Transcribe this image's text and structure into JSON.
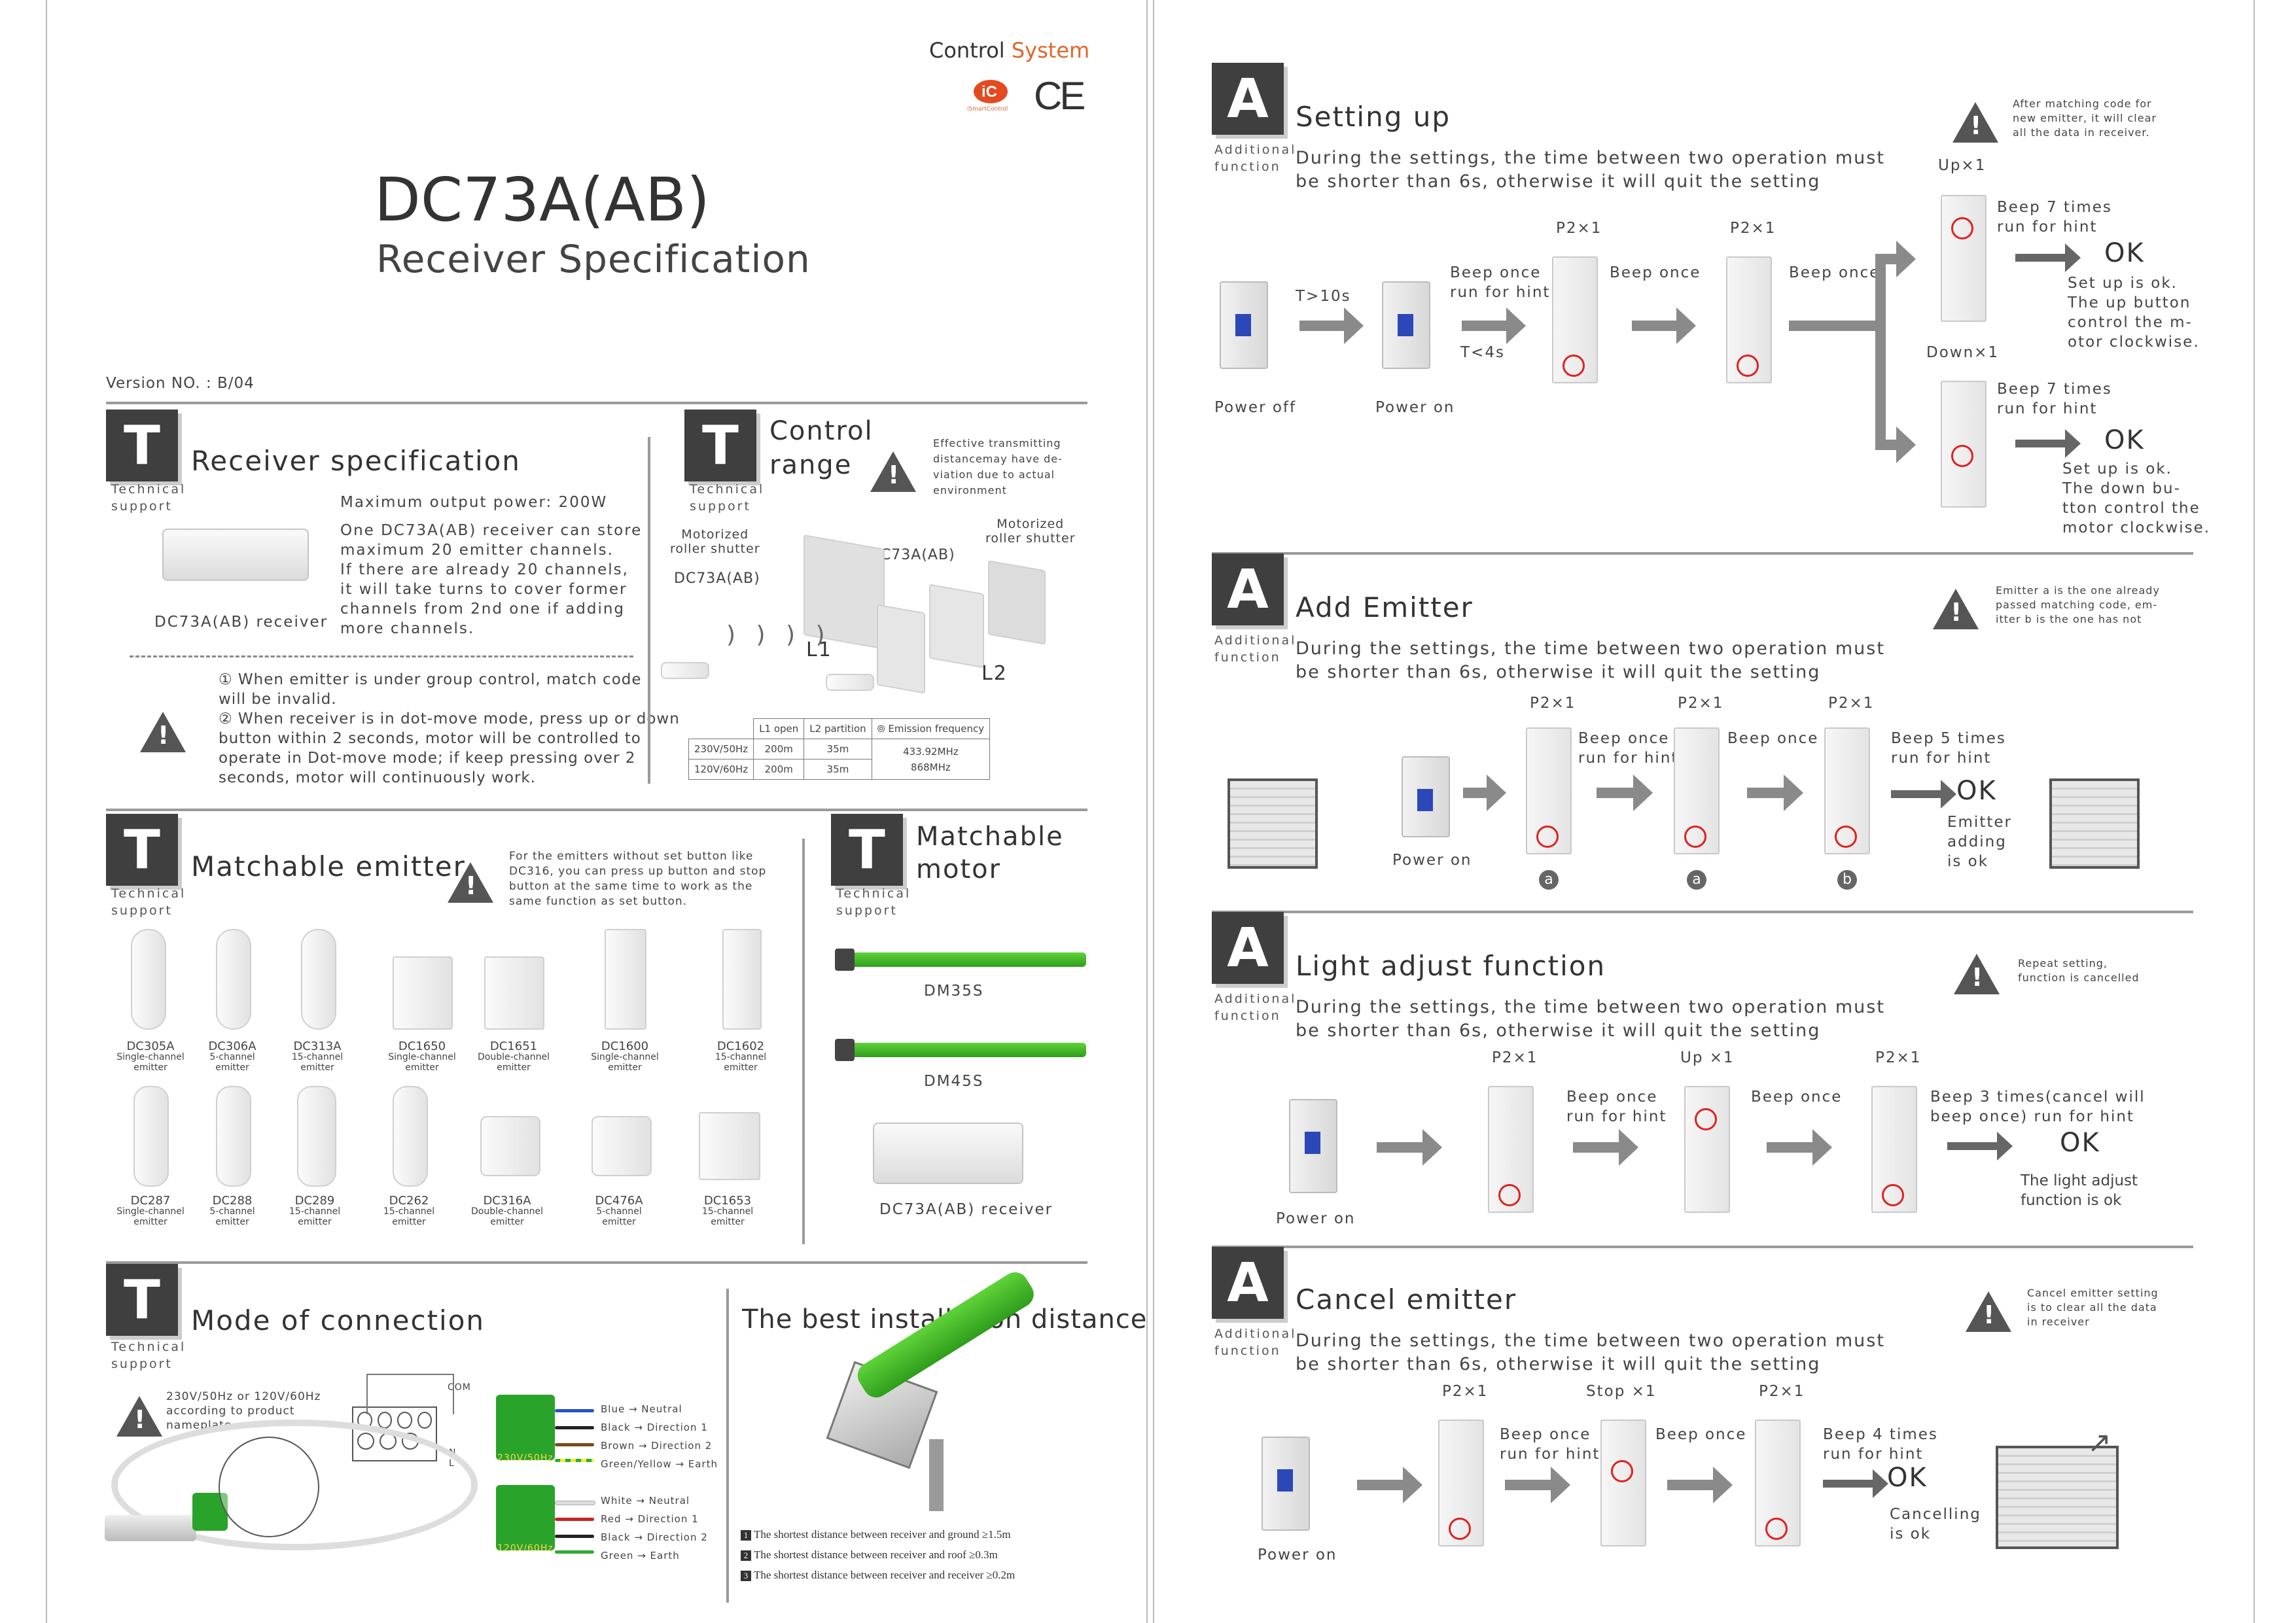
{
  "left": {
    "brand": {
      "control": "Control",
      "system": "System",
      "logo_text": "iSmartControl"
    },
    "title": "DC73A(AB)",
    "subtitle": "Receiver Specification",
    "version": "Version NO. : B/04",
    "section_badge": "T",
    "section_sub": "Technical support",
    "receiver_spec": {
      "title": "Receiver specification",
      "power": "Maximum output power: 200W",
      "text": [
        "One DC73A(AB) receiver can store",
        "maximum 20 emitter channels.",
        "If there are already 20 channels,",
        "it will take turns to cover former",
        "channels from 2nd one if adding",
        "more channels."
      ],
      "device_label": "DC73A(AB) receiver",
      "notes": [
        "① When emitter is under group control, match code",
        "will be invalid.",
        "② When receiver is in dot-move mode, press up or down",
        "button within 2 seconds, motor will be controlled to",
        "operate in Dot-move mode; if keep pressing over 2",
        "seconds, motor will continuously work."
      ]
    },
    "control_range": {
      "title_1": "Control",
      "title_2": "range",
      "note": [
        "Effective transmitting",
        "distancemay have de-",
        "viation due to actual",
        "environment"
      ],
      "lbl_motor_left": [
        "Motorized",
        "roller shutter"
      ],
      "lbl_motor_right": [
        "Motorized",
        "roller shutter"
      ],
      "lbl_dc_left": "DC73A(AB)",
      "lbl_dc_right": "DC73A(AB)",
      "lbl_l1": "L1",
      "lbl_l2": "L2",
      "table_head": [
        "L1 open",
        "L2 partition",
        "Emission frequency"
      ],
      "table_rows": [
        [
          "230V/50Hz",
          "200m",
          "35m"
        ],
        [
          "120V/60Hz",
          "200m",
          "35m"
        ]
      ],
      "freq": [
        "433.92MHz",
        "868MHz"
      ]
    },
    "matchable_emitter": {
      "title": "Matchable emitter",
      "note": [
        "For the emitters without set button like",
        "DC316, you can press up button and stop",
        "button at the same time to work as the",
        "same function as set button."
      ],
      "row1": [
        {
          "model": "DC305A",
          "desc": "Single-channel emitter"
        },
        {
          "model": "DC306A",
          "desc": "5-channel emitter"
        },
        {
          "model": "DC313A",
          "desc": "15-channel emitter"
        },
        {
          "model": "DC1650",
          "desc": "Single-channel emitter"
        },
        {
          "model": "DC1651",
          "desc": "Double-channel emitter"
        },
        {
          "model": "DC1600",
          "desc": "Single-channel emitter"
        },
        {
          "model": "DC1602",
          "desc": "15-channel emitter"
        }
      ],
      "row2": [
        {
          "model": "DC287",
          "desc": "Single-channel emitter"
        },
        {
          "model": "DC288",
          "desc": "5-channel emitter"
        },
        {
          "model": "DC289",
          "desc": "15-channel emitter"
        },
        {
          "model": "DC262",
          "desc": "15-channel emitter"
        },
        {
          "model": "DC316A",
          "desc": "Double-channel emitter"
        },
        {
          "model": "DC476A",
          "desc": "5-channel emitter"
        },
        {
          "model": "DC1653",
          "desc": "15-channel emitter"
        }
      ]
    },
    "matchable_motor": {
      "title_1": "Matchable",
      "title_2": "motor",
      "m1": "DM35S",
      "m2": "DM45S",
      "receiver": "DC73A(AB) receiver"
    },
    "connection": {
      "title": "Mode of connection",
      "note": [
        "230V/50Hz or 120V/60Hz",
        "according to product",
        "nameplate"
      ],
      "terminal": {
        "com": "COM",
        "n": "N",
        "l": "L"
      },
      "wires_230": [
        "Blue → Neutral",
        "Black → Direction 1",
        "Brown → Direction 2",
        "Green/Yellow → Earth"
      ],
      "wires_120": [
        "White → Neutral",
        "Red → Direction 1",
        "Black → Direction 2",
        "Green → Earth"
      ],
      "lbl_230": "230V/50Hz",
      "lbl_120": "120V/60Hz"
    },
    "install": {
      "title": "The best installation distance",
      "items": [
        {
          "num": "1",
          "text": "The shortest distance between receiver and ground ≥1.5m"
        },
        {
          "num": "2",
          "text": "The shortest distance between receiver and roof ≥0.3m"
        },
        {
          "num": "3",
          "text": "The shortest distance between receiver and receiver ≥0.2m"
        }
      ]
    }
  },
  "right": {
    "badge": "A",
    "badge_sub": "Additional function",
    "timing_1": "During the settings, the time between two operation must",
    "timing_2": "be shorter than 6s, otherwise it will quit the setting",
    "setting_up": {
      "title": "Setting up",
      "warn": [
        "After matching code for",
        "new emitter, it will clear",
        "all the data in receiver."
      ],
      "power_off": "Power off",
      "power_on": "Power on",
      "t1": "T>10s",
      "t2": "T<4s",
      "p2a": "P2×1",
      "p2b": "P2×1",
      "beep1": [
        "Beep once",
        "run for hint"
      ],
      "beep2": "Beep once",
      "beep3": "Beep once",
      "up": "Up×1",
      "down": "Down×1",
      "beep7a": [
        "Beep 7 times",
        "run for hint"
      ],
      "beep7b": [
        "Beep 7 times",
        "run for hint"
      ],
      "ok": "OK",
      "res_up": [
        "Set up is ok.",
        "The up button",
        "control the m-",
        "otor clockwise."
      ],
      "res_down": [
        "Set up is ok.",
        "The down bu-",
        "tton control the",
        "motor clockwise."
      ]
    },
    "add_emitter": {
      "title": "Add Emitter",
      "warn": [
        "Emitter a is the one already",
        "passed matching code, em-",
        "itter b is the one has not"
      ],
      "power_on": "Power on",
      "p2": [
        "P2×1",
        "P2×1",
        "P2×1"
      ],
      "beep1": [
        "Beep once",
        "run for hint"
      ],
      "beep2": "Beep once",
      "beep5": [
        "Beep 5 times",
        "run for hint"
      ],
      "ok": "OK",
      "result": [
        "Emitter",
        "adding",
        "is ok"
      ],
      "circles": [
        "a",
        "a",
        "b"
      ]
    },
    "light_adjust": {
      "title": "Light adjust function",
      "warn": [
        "Repeat setting,",
        "function is cancelled"
      ],
      "power_on": "Power on",
      "p2a": "P2×1",
      "up": "Up ×1",
      "p2b": "P2×1",
      "beep1": [
        "Beep once",
        "run for hint"
      ],
      "beep2": "Beep once",
      "beep3": [
        "Beep 3 times(cancel  will",
        "beep once) run for hint"
      ],
      "ok": "OK",
      "result": [
        "The light adjust",
        "function is ok"
      ]
    },
    "cancel": {
      "title": "Cancel emitter",
      "warn": [
        "Cancel emitter setting",
        "is to clear all the data",
        "in receiver"
      ],
      "power_on": "Power on",
      "p2a": "P2×1",
      "stop": "Stop ×1",
      "p2b": "P2×1",
      "beep1": [
        "Beep once",
        "run for hint"
      ],
      "beep2": "Beep once",
      "beep4": [
        "Beep 4 times",
        "run for hint"
      ],
      "ok": "OK",
      "result": [
        "Cancelling",
        "is ok"
      ]
    }
  }
}
